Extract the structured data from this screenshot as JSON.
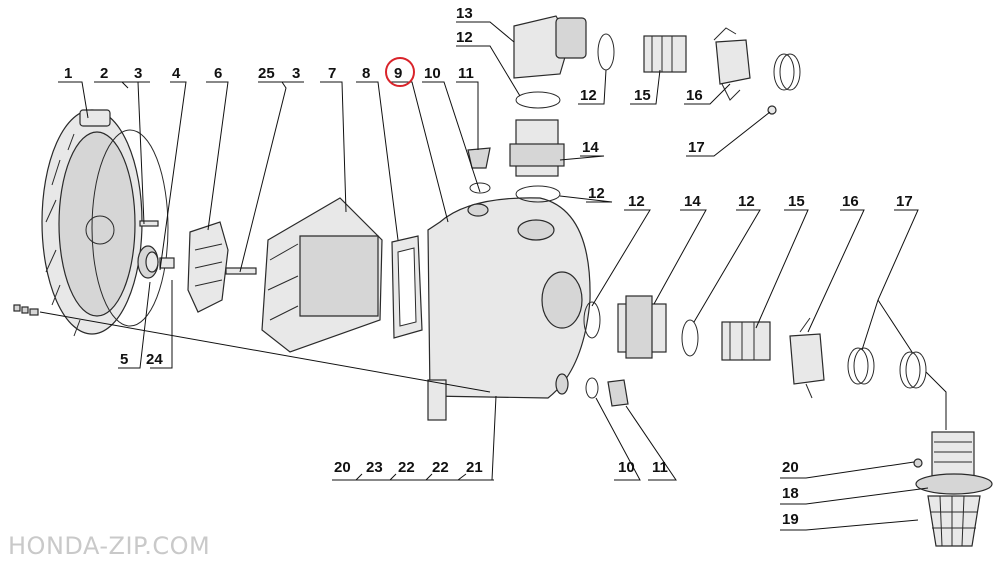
{
  "watermark": "HONDA-ZIP.COM",
  "highlight_color": "#d9232a",
  "highlighted_callout": "9",
  "callouts": {
    "c1": "1",
    "c2": "2",
    "c3a": "3",
    "c4": "4",
    "c6": "6",
    "c25": "25",
    "c3b": "3",
    "c7": "7",
    "c8": "8",
    "c9": "9",
    "c10a": "10",
    "c11a": "11",
    "c5": "5",
    "c24": "24",
    "c13": "13",
    "c12a": "12",
    "c12b": "12",
    "c15a": "15",
    "c16a": "16",
    "c14a": "14",
    "c17a": "17",
    "c12c": "12",
    "c12d": "12",
    "c14b": "14",
    "c12e": "12",
    "c15b": "15",
    "c16b": "16",
    "c17b": "17",
    "c20a": "20",
    "c23": "23",
    "c22a": "22",
    "c22b": "22",
    "c21": "21",
    "c10b": "10",
    "c11b": "11",
    "c20b": "20",
    "c18": "18",
    "c19": "19"
  }
}
